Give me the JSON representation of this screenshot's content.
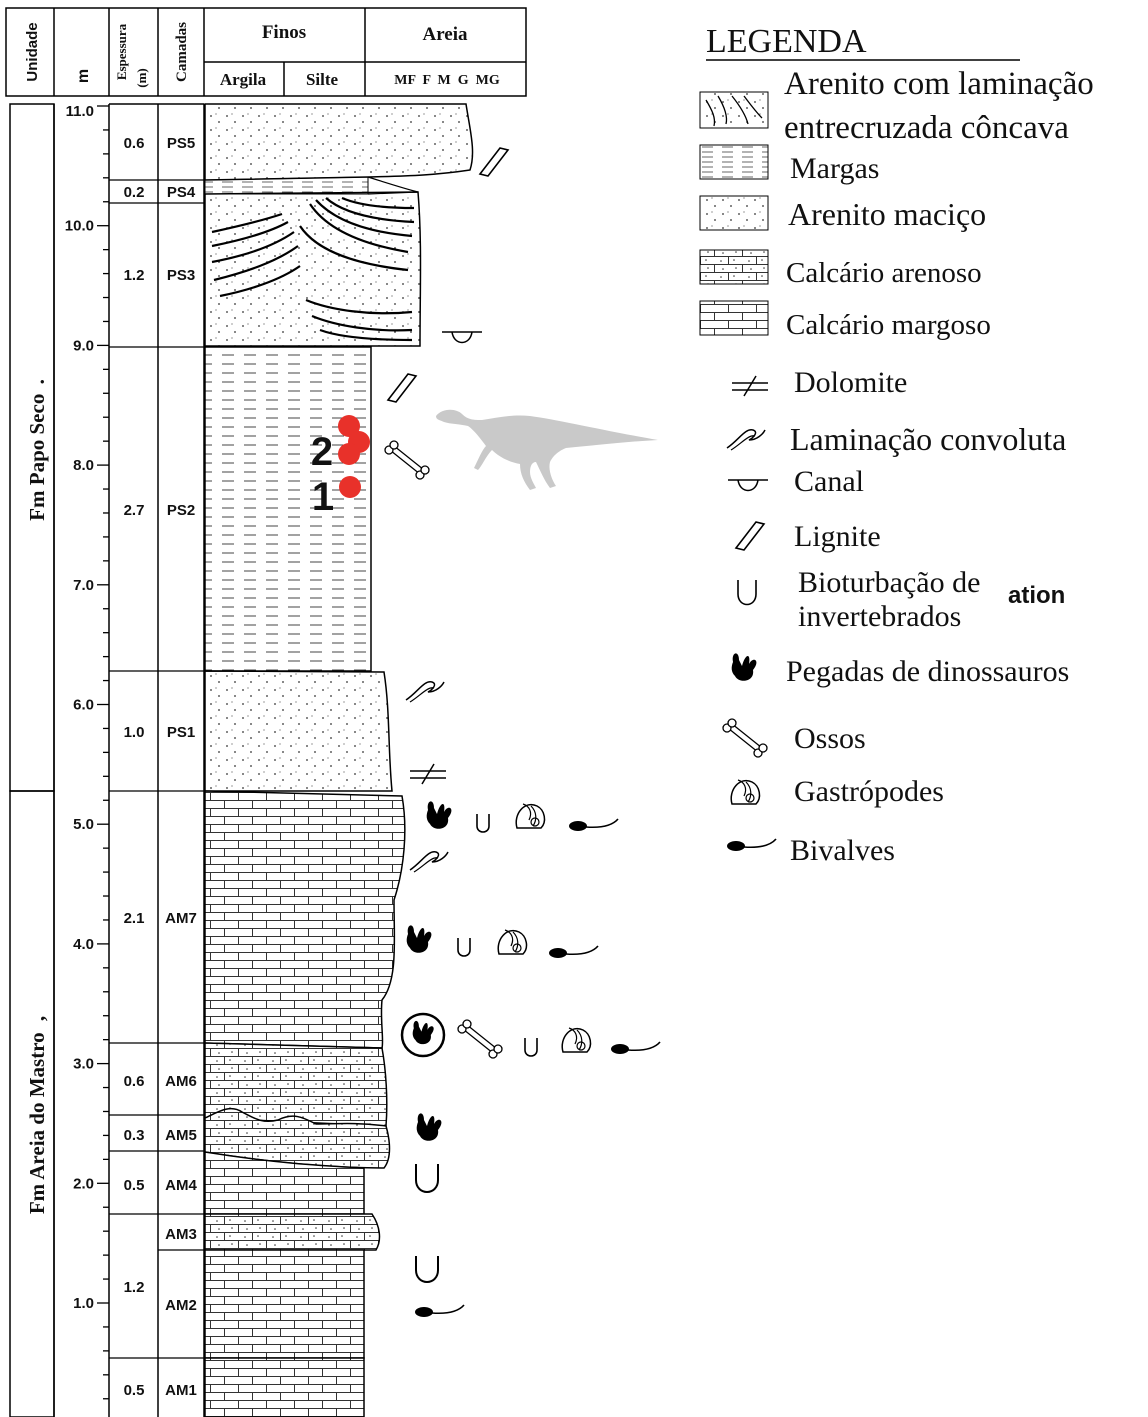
{
  "header": {
    "unidade": "Unidade",
    "m": "m",
    "espessura_l1": "Espessura",
    "espessura_l2": "(m)",
    "camadas": "Camadas",
    "finos": "Finos",
    "areia": "Areia",
    "argila": "Argila",
    "silte": "Silte",
    "grain_sizes": "MF  F  M  G  MG"
  },
  "depth_ticks": [
    "11.0",
    "10.0",
    "9.0",
    "8.0",
    "7.0",
    "6.0",
    "5.0",
    "4.0",
    "3.0",
    "2.0",
    "1.0"
  ],
  "formations": [
    {
      "name": "Fm Papo Seco",
      "mark": "."
    },
    {
      "name": "Fm Areia do Mastro",
      "mark": ","
    }
  ],
  "beds": [
    {
      "label": "PS5",
      "thickness": "0.6"
    },
    {
      "label": "PS4",
      "thickness": "0.2"
    },
    {
      "label": "PS3",
      "thickness": "1.2"
    },
    {
      "label": "PS2",
      "thickness": "2.7"
    },
    {
      "label": "PS1",
      "thickness": "1.0"
    },
    {
      "label": "AM7",
      "thickness": "2.1"
    },
    {
      "label": "AM6",
      "thickness": "0.6"
    },
    {
      "label": "AM5",
      "thickness": "0.3"
    },
    {
      "label": "AM4",
      "thickness": "0.5"
    },
    {
      "label": "AM3",
      "thickness": ""
    },
    {
      "label": "AM2",
      "thickness": "1.2"
    },
    {
      "label": "AM1",
      "thickness": "0.5"
    }
  ],
  "sample_points": [
    "2",
    "1"
  ],
  "legend": {
    "title": "LEGENDA",
    "items": [
      {
        "icon": "cross-laminated-sandstone",
        "lines": [
          "Arenito com laminação",
          "entrecruzada côncava"
        ]
      },
      {
        "icon": "marl",
        "lines": [
          "Margas"
        ]
      },
      {
        "icon": "massive-sandstone",
        "lines": [
          "Arenito maciço"
        ]
      },
      {
        "icon": "sandy-limestone",
        "lines": [
          "Calcário arenoso"
        ]
      },
      {
        "icon": "marly-limestone",
        "lines": [
          "Calcário margoso"
        ]
      },
      {
        "icon": "dolomite",
        "lines": [
          "Dolomite"
        ]
      },
      {
        "icon": "convolute-lamination",
        "lines": [
          "Laminação convoluta"
        ]
      },
      {
        "icon": "channel",
        "lines": [
          "Canal"
        ]
      },
      {
        "icon": "lignite",
        "lines": [
          "Lignite"
        ]
      },
      {
        "icon": "bioturbation",
        "lines": [
          "Bioturbação de",
          "invertebrados"
        ],
        "overlay": "ation"
      },
      {
        "icon": "dinosaur-footprint",
        "lines": [
          "Pegadas de dinossauros"
        ]
      },
      {
        "icon": "bone",
        "lines": [
          "Ossos"
        ]
      },
      {
        "icon": "gastropod",
        "lines": [
          "Gastrópodes"
        ]
      },
      {
        "icon": "bivalve",
        "lines": [
          "Bivalves"
        ]
      }
    ]
  },
  "colors": {
    "ink": "#111111",
    "sample_red": "#e8312a",
    "dino_grey": "#c9c9c9"
  }
}
